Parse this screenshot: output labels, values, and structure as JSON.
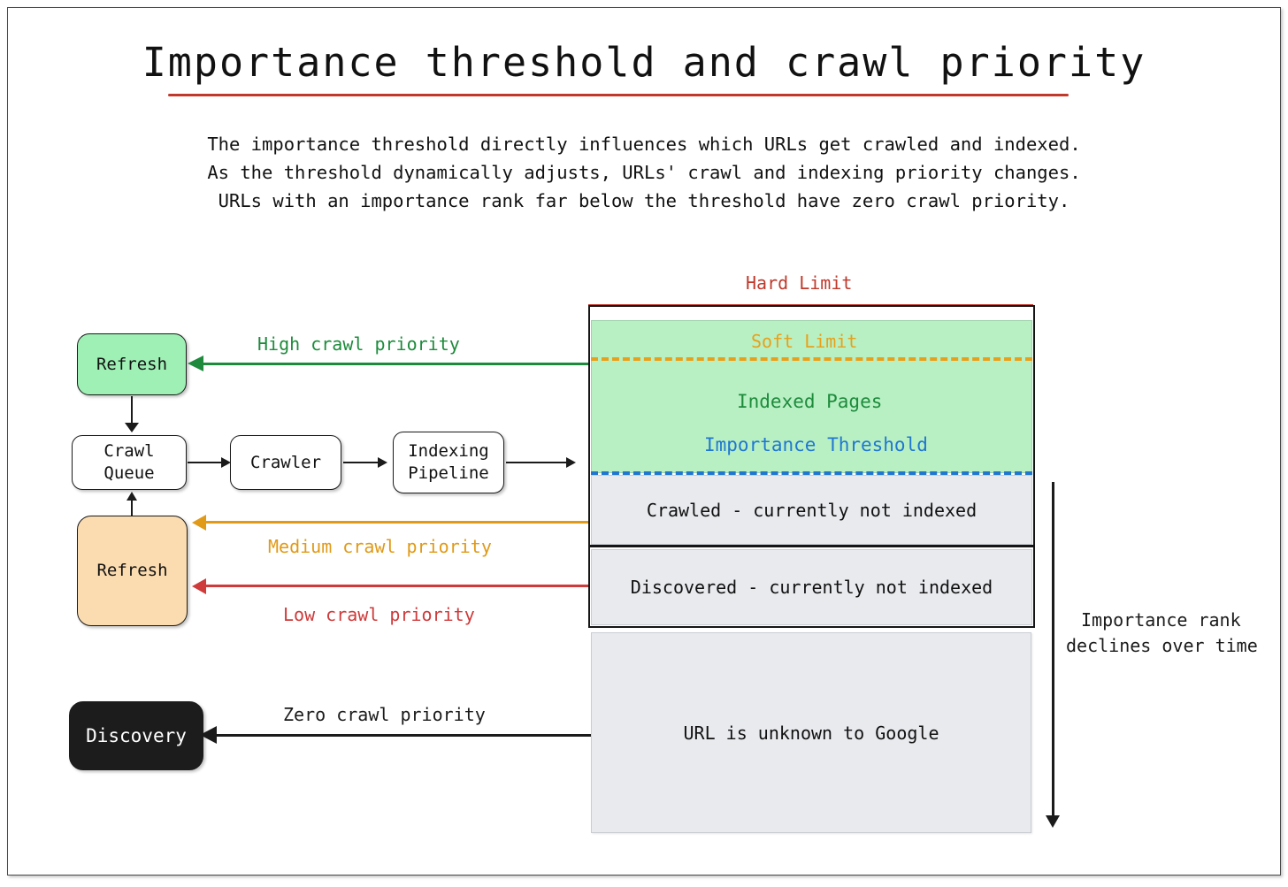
{
  "header": {
    "title": "Importance threshold and crawl priority",
    "subtitle_lines": [
      "The importance threshold directly influences which URLs get crawled and indexed.",
      "As the threshold dynamically adjusts, URLs' crawl and indexing priority changes.",
      "URLs with an importance rank far below the threshold have zero crawl priority."
    ]
  },
  "flow": {
    "refresh_high": "Refresh",
    "crawl_queue": "Crawl\nQueue",
    "crawl_queue_line1": "Crawl",
    "crawl_queue_line2": "Queue",
    "crawler": "Crawler",
    "indexing_line1": "Indexing",
    "indexing_line2": "Pipeline",
    "refresh_low": "Refresh",
    "discovery": "Discovery"
  },
  "priority_labels": {
    "high": "High crawl priority",
    "medium": "Medium crawl priority",
    "low": "Low crawl priority",
    "zero": "Zero crawl priority"
  },
  "stack": {
    "hard_limit": "Hard Limit",
    "soft_limit": "Soft Limit",
    "indexed_pages": "Indexed Pages",
    "importance_threshold": "Importance Threshold",
    "crawled_not_indexed": "Crawled - currently not indexed",
    "discovered_not_indexed": "Discovered - currently not indexed",
    "unknown_url": "URL is unknown to Google"
  },
  "annotation": {
    "rank_decline_line1": "Importance rank",
    "rank_decline_line2": "declines over time"
  },
  "colors": {
    "hard_limit_red": "#c0392b",
    "soft_limit_orange": "#e8a01a",
    "indexed_green": "#1e8b3c",
    "threshold_blue": "#1f77d0",
    "high_priority_green": "#1e8b3c",
    "medium_priority_orange": "#e09a18",
    "low_priority_red": "#cf3a3a",
    "zero_priority_black": "#1b1b1b",
    "node_green_fill": "#9ef0b4",
    "node_orange_fill": "#fbdcb0",
    "node_black_fill": "#1c1c1c",
    "panel_grey_fill": "#e8eaee",
    "band_green_fill": "#b8f0c4",
    "title_underline": "#c0392b"
  }
}
